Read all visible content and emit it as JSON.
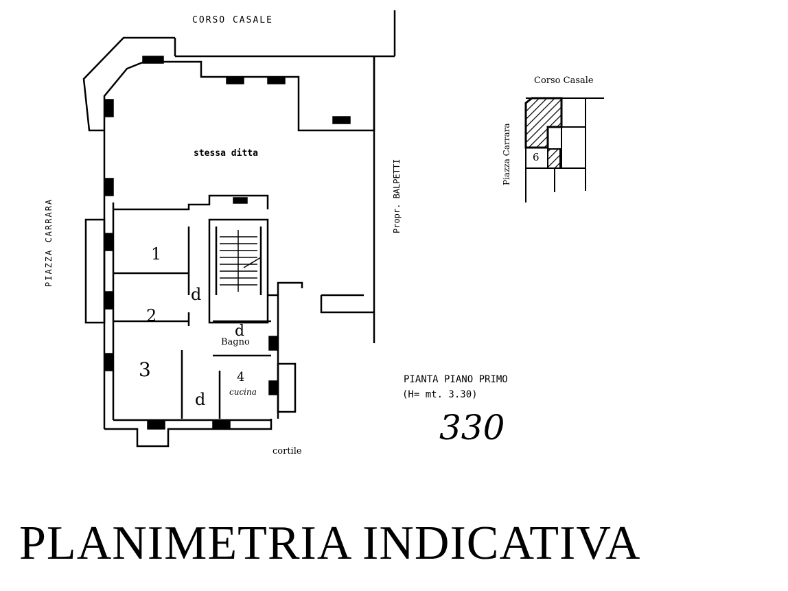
{
  "plan": {
    "street_top": "CORSO CASALE",
    "street_left": "PIAZZA CARRARA",
    "neighbor_top": "stessa ditta",
    "neighbor_right": "Propr. BALPETTI",
    "courtyard": "cortile",
    "rooms": {
      "room1": "1",
      "room2": "2",
      "room3": "3",
      "room4": "4",
      "kitchen": "cucina",
      "bath": "Bagno",
      "disimpegno": "d"
    },
    "floor_caption": "PIANTA PIANO PRIMO",
    "height_caption": "(H= mt. 3.30)",
    "handwritten_number": "330"
  },
  "locator": {
    "street_top": "Corso Casale",
    "street_left": "Piazza Carrara",
    "block_number": "6"
  },
  "title": "PLANIMETRIA INDICATIVA"
}
